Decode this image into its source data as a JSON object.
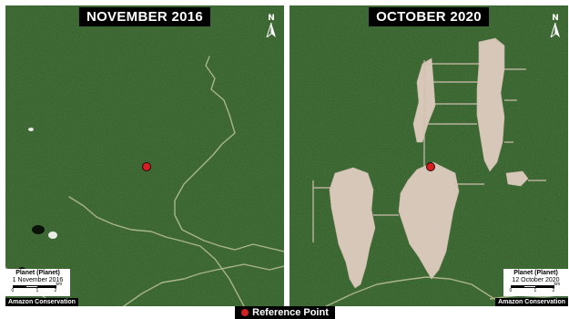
{
  "panels": [
    {
      "title": "NOVEMBER 2016",
      "north_label": "N",
      "source": "Planet (Planet)",
      "date": "1 November 2016",
      "scale_unit": "km",
      "scale_ticks": [
        "0",
        "1",
        "2"
      ],
      "credit": "Amazon Conservation"
    },
    {
      "title": "OCTOBER 2020",
      "north_label": "N",
      "source": "Planet (Planet)",
      "date": "12 October 2020",
      "scale_unit": "km",
      "scale_ticks": [
        "0",
        "1",
        "2"
      ],
      "credit": "Amazon Conservation"
    }
  ],
  "legend": {
    "label": "Reference Point"
  },
  "colors": {
    "forest": "#2f5a24",
    "river": "#a9b48a",
    "clearing": "#d7c7b8",
    "reference_point": "#d42020"
  }
}
